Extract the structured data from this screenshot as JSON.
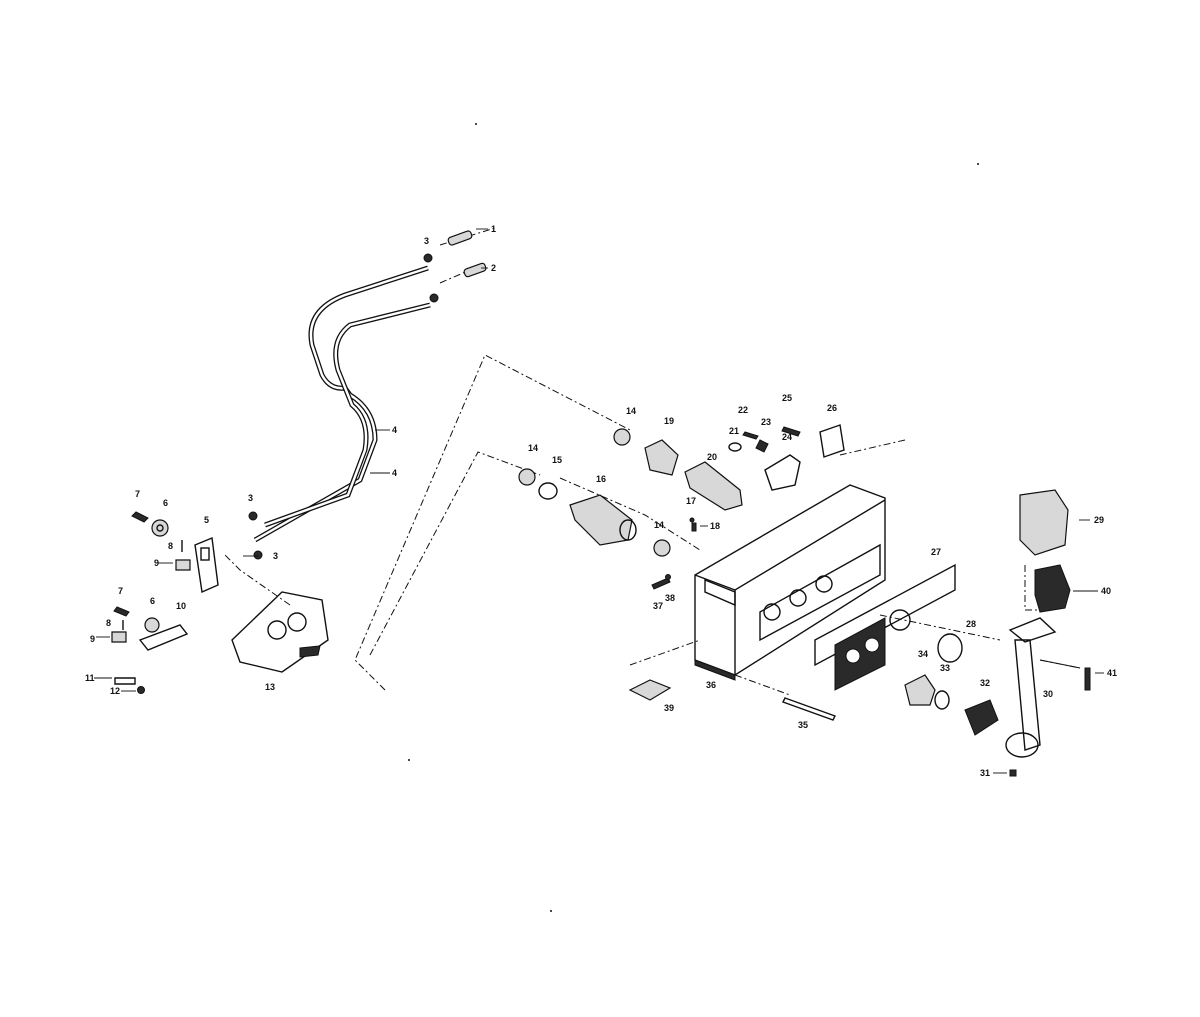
{
  "diagram": {
    "callouts": [
      {
        "id": "c1",
        "text": "1"
      },
      {
        "id": "c2",
        "text": "2"
      },
      {
        "id": "c3a",
        "text": "3"
      },
      {
        "id": "c3b",
        "text": "3"
      },
      {
        "id": "c3c",
        "text": "3"
      },
      {
        "id": "c4a",
        "text": "4"
      },
      {
        "id": "c4b",
        "text": "4"
      },
      {
        "id": "c5",
        "text": "5"
      },
      {
        "id": "c6a",
        "text": "6"
      },
      {
        "id": "c6b",
        "text": "6"
      },
      {
        "id": "c7a",
        "text": "7"
      },
      {
        "id": "c7b",
        "text": "7"
      },
      {
        "id": "c8a",
        "text": "8"
      },
      {
        "id": "c8b",
        "text": "8"
      },
      {
        "id": "c9a",
        "text": "9"
      },
      {
        "id": "c9b",
        "text": "9"
      },
      {
        "id": "c10",
        "text": "10"
      },
      {
        "id": "c11",
        "text": "11"
      },
      {
        "id": "c12",
        "text": "12"
      },
      {
        "id": "c13",
        "text": "13"
      },
      {
        "id": "c14a",
        "text": "14"
      },
      {
        "id": "c14b",
        "text": "14"
      },
      {
        "id": "c14c",
        "text": "14"
      },
      {
        "id": "c15",
        "text": "15"
      },
      {
        "id": "c16",
        "text": "16"
      },
      {
        "id": "c17",
        "text": "17"
      },
      {
        "id": "c18",
        "text": "18"
      },
      {
        "id": "c19",
        "text": "19"
      },
      {
        "id": "c20",
        "text": "20"
      },
      {
        "id": "c21",
        "text": "21"
      },
      {
        "id": "c22",
        "text": "22"
      },
      {
        "id": "c23",
        "text": "23"
      },
      {
        "id": "c24",
        "text": "24"
      },
      {
        "id": "c25",
        "text": "25"
      },
      {
        "id": "c26",
        "text": "26"
      },
      {
        "id": "c27",
        "text": "27"
      },
      {
        "id": "c28",
        "text": "28"
      },
      {
        "id": "c29",
        "text": "29"
      },
      {
        "id": "c30",
        "text": "30"
      },
      {
        "id": "c31",
        "text": "31"
      },
      {
        "id": "c32",
        "text": "32"
      },
      {
        "id": "c33",
        "text": "33"
      },
      {
        "id": "c34",
        "text": "34"
      },
      {
        "id": "c35",
        "text": "35"
      },
      {
        "id": "c36",
        "text": "36"
      },
      {
        "id": "c37",
        "text": "37"
      },
      {
        "id": "c38",
        "text": "38"
      },
      {
        "id": "c39",
        "text": "39"
      },
      {
        "id": "c40",
        "text": "40"
      },
      {
        "id": "c41",
        "text": "41"
      }
    ]
  }
}
